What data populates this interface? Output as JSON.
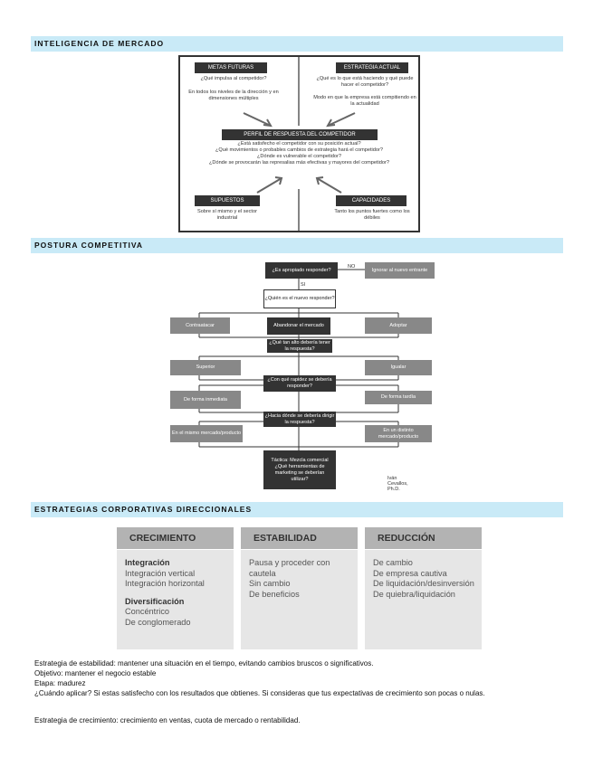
{
  "sections": {
    "market_intelligence": "INTELIGENCIA DE MERCADO",
    "competitive_posture": "POSTURA COMPETITIVA",
    "directional_strategies": "ESTRATEGIAS CORPORATIVAS DIRECCIONALES"
  },
  "diagram1": {
    "future_goals": "METAS FUTURAS",
    "future_goals_q": "¿Qué impulsa al competidor?",
    "future_goals_d": "En todos los niveles de la dirección y en dimensiones múltiples",
    "current_strategy": "ESTRATEGIA ACTUAL",
    "current_strategy_q": "¿Qué es lo que está haciendo y qué puede hacer el competidor?",
    "current_strategy_d": "Modo en que la empresa está compitiendo en la actualidad",
    "profile": "PERFIL DE RESPUESTA DEL COMPETIDOR",
    "profile_q1": "¿Está satisfecho el competidor con su posición actual?",
    "profile_q2": "¿Qué movimientos o probables cambios de estrategia hará el competidor?",
    "profile_q3": "¿Dónde es vulnerable el competidor?",
    "profile_q4": "¿Dónde se provocarán las represalias más efectivas y mayores del competidor?",
    "assumptions": "SUPUESTOS",
    "assumptions_d": "Sobre sí mismo y el sector industrial",
    "capabilities": "CAPACIDADES",
    "capabilities_d": "Tanto los puntos fuertes como los débiles"
  },
  "diagram2": {
    "q1": "¿Es apropiado responder?",
    "no": "NO",
    "ignore": "Ignorar al nuevo entrante",
    "si": "SI",
    "q2": "¿Quién es el nuevo responder?",
    "counterattack": "Contraatacar",
    "abandon": "Abandonar el mercado",
    "adopt": "Adoptar",
    "q3": "¿Qué tan alto debería tener la respuesta?",
    "superior": "Superior",
    "equal": "Igualar",
    "q4": "¿Con qué rapidez se debería responder?",
    "immediate": "De forma inmediata",
    "late": "De forma tardía",
    "q5": "¿Hacia dónde se debería dirigir la respuesta?",
    "same_market": "En el mismo mercado/producto",
    "other_market": "En un distinto mercado/producto",
    "q6": "Táctica: Mezcla comercial ¿Qué herramientas de marketing se deberían utilizar?",
    "author": "Iván Cevallos, Ph.D."
  },
  "table": {
    "growth": {
      "header": "CRECIMIENTO",
      "group1": "Integración",
      "items1": [
        "Integración vertical",
        "Integración horizontal"
      ],
      "group2": "Diversificación",
      "items2": [
        "Concéntrico",
        "De conglomerado"
      ]
    },
    "stability": {
      "header": "ESTABILIDAD",
      "items": [
        "Pausa y proceder con cautela",
        "Sin cambio",
        "De beneficios"
      ]
    },
    "reduction": {
      "header": "REDUCCIÓN",
      "items": [
        "De cambio",
        "De empresa cautiva",
        "De liquidación/desinversión",
        "De quiebra/liquidación"
      ]
    }
  },
  "notes": {
    "line1": "Estrategia de estabilidad: mantener una situación en el tiempo, evitando cambios bruscos o significativos.",
    "line2": "Objetivo: mantener el negocio estable",
    "line3": "Etapa: madurez",
    "line4": "¿Cuándo aplicar? Si estas satisfecho con los resultados que obtienes. Si consideras que tus expectativas de crecimiento son pocas o nulas.",
    "line5": "Estrategia de crecimiento: crecimiento en ventas, cuota de mercado o rentabilidad."
  }
}
